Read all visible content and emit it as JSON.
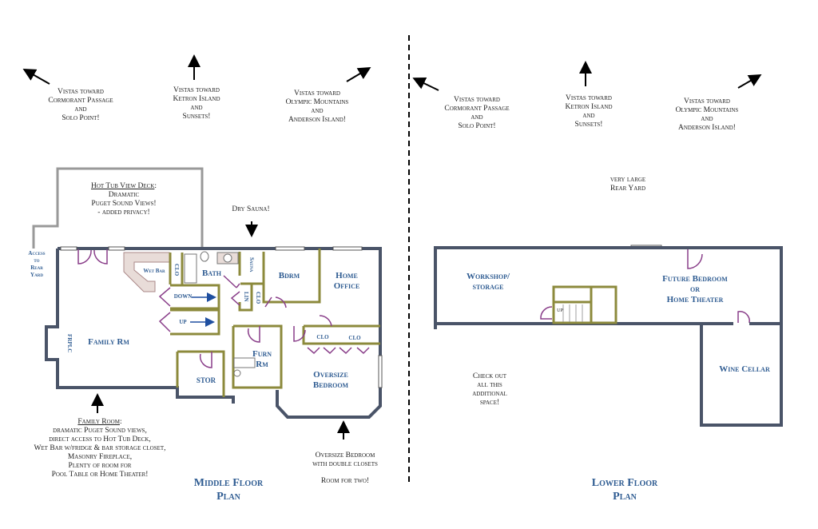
{
  "middle_floor": {
    "title_line1": "Middle Floor",
    "title_line2": "Plan",
    "vistas": [
      {
        "l1": "Vistas toward",
        "l2": "Cormorant Passage",
        "l3": "and",
        "l4": "Solo Point!"
      },
      {
        "l1": "Vistas toward",
        "l2": "Ketron Island",
        "l3": "and",
        "l4": "Sunsets!"
      },
      {
        "l1": "Vistas toward",
        "l2": "Olympic Mountains",
        "l3": "and",
        "l4": "Anderson Island!"
      }
    ],
    "deck": {
      "title": "Hot Tub  View Deck",
      "l2": "Dramatic",
      "l3": "Puget Sound Views!",
      "l4": "-  added privacy!"
    },
    "access": [
      "Access",
      "to",
      "Rear",
      "Yard"
    ],
    "dry_sauna": "Dry Sauna!",
    "rooms": {
      "wet_bar": "Wet Bar",
      "clo1": "CLO",
      "bath": "Bath",
      "sauna": "Sauna",
      "lin": "LIN",
      "clo2": "CLO",
      "bdrm": "Bdrm",
      "home_office_1": "Home",
      "home_office_2": "Office",
      "down": "DOWN",
      "up": "UP",
      "fireplace": "FRPLC",
      "family": "Family Rm",
      "furn_1": "Furn",
      "furn_2": "Rm",
      "stor": "STOR",
      "clo3": "CLO",
      "clo4": "CLO",
      "oversize_1": "Oversize",
      "oversize_2": "Bedroom"
    },
    "family_note": {
      "title": "Family Room",
      "l2": "dramatic Puget Sound views,",
      "l3": "direct access to Hot Tub Deck,",
      "l4": "Wet Bar w/fridge & bar storage closet,",
      "l5": "Masonry Fireplace,",
      "l6": "Plenty of room for",
      "l7": "Pool Table or Home Theater!"
    },
    "bedroom_note": {
      "l1": "Oversize Bedroom",
      "l2": "with double closets",
      "l3": "Room for two!"
    }
  },
  "lower_floor": {
    "title_line1": "Lower Floor",
    "title_line2": "Plan",
    "vistas": [
      {
        "l1": "Vistas toward",
        "l2": "Cormorant Passage",
        "l3": "and",
        "l4": "Solo Point!"
      },
      {
        "l1": "Vistas toward",
        "l2": "Ketron Island",
        "l3": "and",
        "l4": "Sunsets!"
      },
      {
        "l1": "Vistas toward",
        "l2": "Olympic Mountains",
        "l3": "and",
        "l4": "Anderson Island!"
      }
    ],
    "rear_yard": {
      "l1": "very large",
      "l2": "Rear Yard"
    },
    "rooms": {
      "workshop_1": "Workshop/",
      "workshop_2": "storage",
      "future_1": "Future Bedroom",
      "future_2": "or",
      "future_3": "Home Theater",
      "wine": "Wine Cellar",
      "stairs_up": "UP"
    },
    "space_note": {
      "l1": "Check out",
      "l2": "all this",
      "l3": "additional",
      "l4": "space!"
    }
  },
  "colors": {
    "exterior_wall": "#4a5468",
    "interior_wall": "#8c8a3c",
    "label_blue": "#2f5c92",
    "door": "#8a3f8a"
  }
}
